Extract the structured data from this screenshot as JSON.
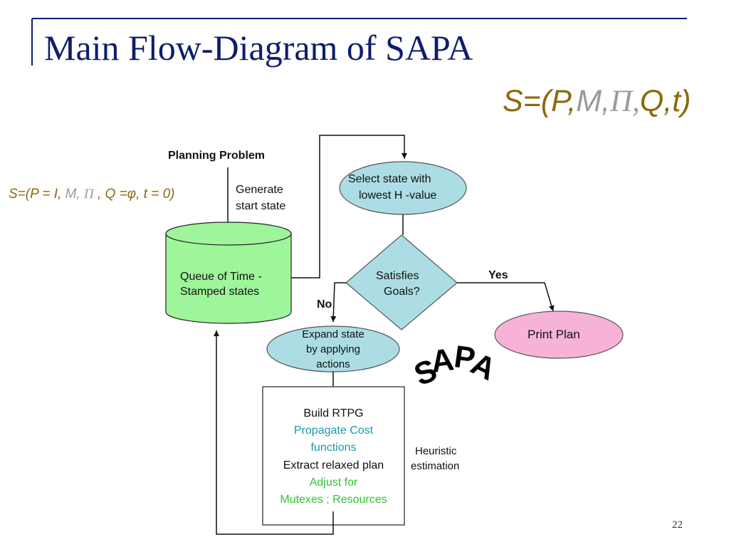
{
  "slide": {
    "title": "Main Flow-Diagram of SAPA",
    "page_number": "22"
  },
  "tuple_big": {
    "prefix": "S=(P,",
    "m": "M,",
    "pi": "Π,",
    "suffix": "Q,t)"
  },
  "tuple_small": {
    "prefix": "S=(P = I, ",
    "m": "M, ",
    "pi": "Π",
    "sep": " , ",
    "suffix": "Q =φ, t = 0)"
  },
  "nodes": {
    "planning_problem": "Planning Problem",
    "generate_line1": "Generate",
    "generate_line2": "start state",
    "queue_line1": "Queue of Time  -",
    "queue_line2": "Stamped states",
    "select_line1": "Select state with",
    "select_line2": "lowest H -value",
    "satisfies_line1": "Satisfies",
    "satisfies_line2": "Goals?",
    "yes": "Yes",
    "no": "No",
    "print_plan": "Print Plan",
    "expand_line1": "Expand state",
    "expand_line2": "by applying",
    "expand_line3": "actions",
    "rtpg_line1": "Build RTPG",
    "rtpg_line2": "Propagate Cost",
    "rtpg_line3": "functions",
    "rtpg_line4": "Extract relaxed plan",
    "rtpg_line5": "Adjust for",
    "rtpg_line6": "Mutexes ; Resources",
    "heuristic_line1": "Heuristic",
    "heuristic_line2": "estimation",
    "sapa_s": "S",
    "sapa_a1": "A",
    "sapa_p": "P",
    "sapa_a2": "A"
  },
  "colors": {
    "title": "#0e1d6b",
    "tuple": "#8a6a0c",
    "queue_fill": "#9ef59a",
    "ellipse_fill": "#acdde4",
    "print_fill": "#f7b2d8",
    "teal_text": "#1a9aa8",
    "green_text": "#33c232"
  }
}
